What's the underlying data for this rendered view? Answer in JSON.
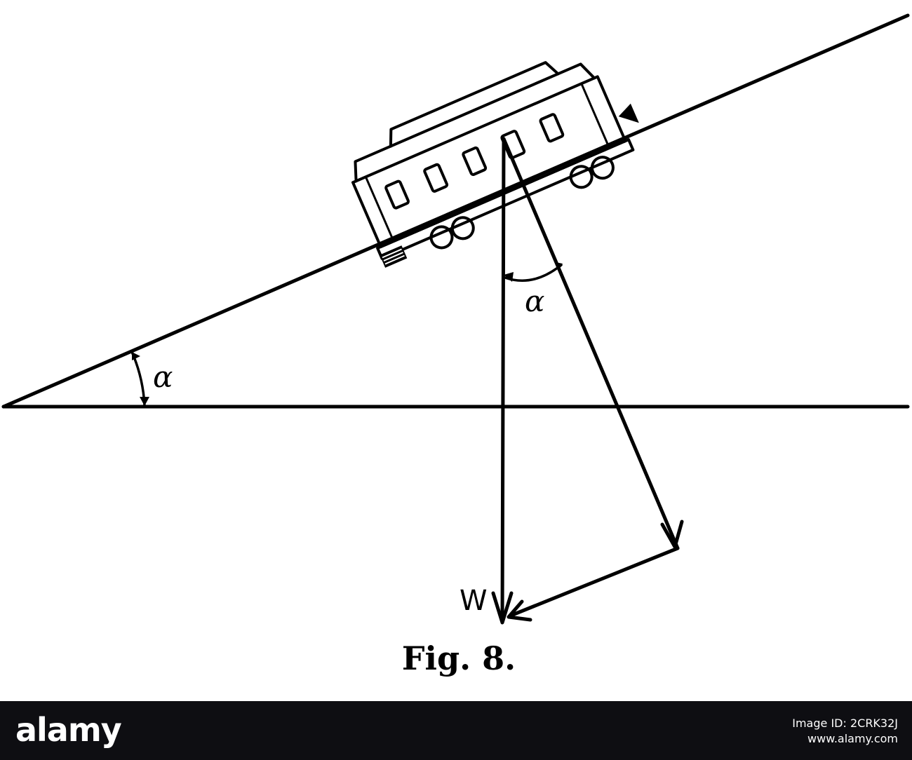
{
  "figure": {
    "caption": "Fig. 8.",
    "incline_angle_label": "α",
    "force_angle_label": "α",
    "weight_label": "W"
  },
  "footer": {
    "brand": "alamy",
    "image_id": "Image ID: 2CRK32J",
    "url": "www.alamy.com"
  }
}
